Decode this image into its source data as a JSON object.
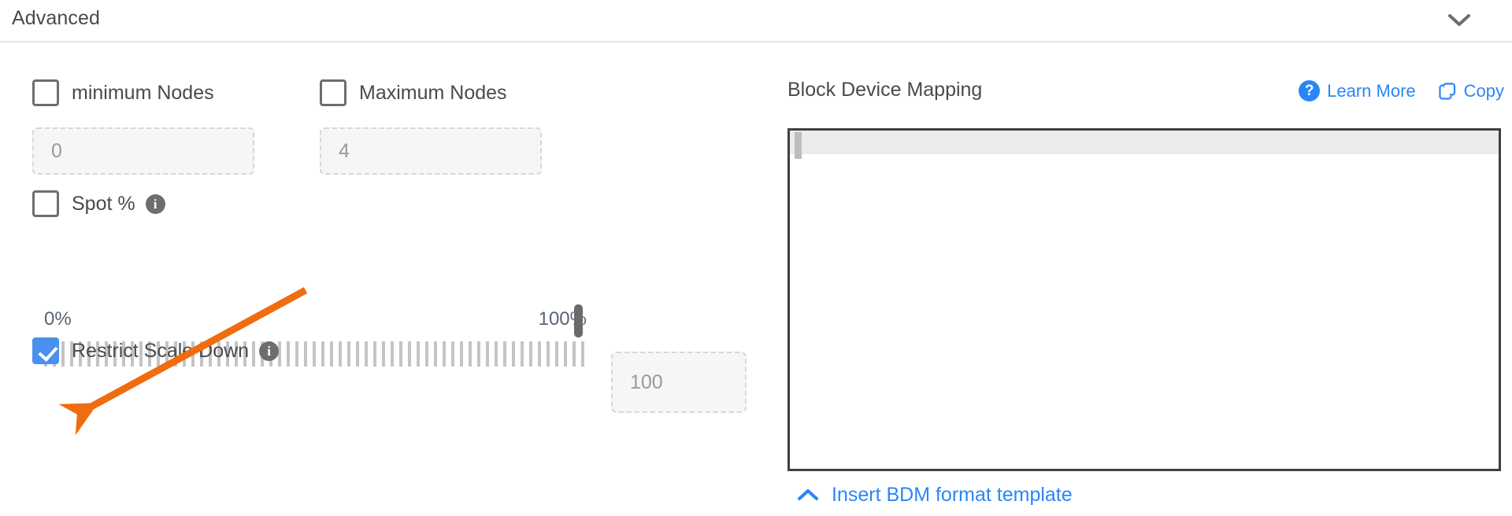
{
  "header": {
    "title": "Advanced",
    "collapse_icon": "chevron-down-icon"
  },
  "left": {
    "min_nodes": {
      "label": "minimum Nodes",
      "checked": false,
      "input_placeholder": "0",
      "input_value": ""
    },
    "max_nodes": {
      "label": "Maximum Nodes",
      "checked": false,
      "input_placeholder": "4",
      "input_value": ""
    },
    "spot": {
      "label": "Spot %",
      "checked": false,
      "info_icon": "info-icon",
      "info_glyph": "i"
    },
    "slider": {
      "min_label": "0%",
      "max_label": "100%",
      "value": 100,
      "value_input_placeholder": "100",
      "value_input_value": ""
    },
    "restrict_scale_down": {
      "label": "Restrict Scale Down",
      "checked": true,
      "info_icon": "info-icon",
      "info_glyph": "i"
    }
  },
  "right": {
    "title": "Block Device Mapping",
    "learn_more": {
      "label": "Learn More",
      "icon": "question-circle-icon",
      "icon_glyph": "?"
    },
    "copy": {
      "label": "Copy",
      "icon": "copy-icon"
    },
    "editor": {
      "content": "",
      "active_line_highlighted": true
    },
    "footer_link": {
      "label": "Insert BDM format template",
      "icon": "chevron-up-icon"
    }
  },
  "annotation": {
    "type": "arrow",
    "color": "#ef6c10",
    "points_to": "restrict-scale-down-checkbox"
  },
  "colors": {
    "accent_blue": "#2a86f7",
    "checkbox_blue": "#4a90ef",
    "annotation_orange": "#ef6c10",
    "text_gray": "#4a4a4a",
    "border_dark": "#3f3f3f"
  }
}
